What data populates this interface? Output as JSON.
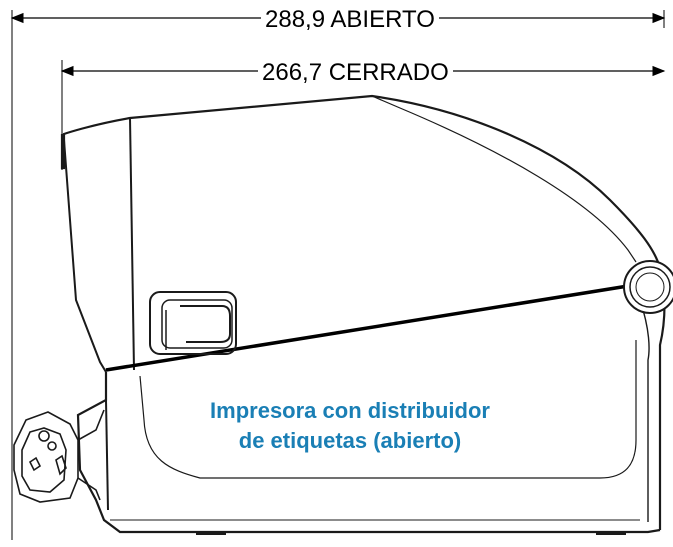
{
  "dimensions": {
    "open_label": "288,9 ABIERTO",
    "closed_label": "266,7 CERRADO"
  },
  "caption": {
    "line1": "Impresora con distribuidor",
    "line2": "de etiquetas (abierto)"
  },
  "colors": {
    "caption": "#1a7fb5",
    "line": "#000000",
    "outline": "#1a1a1a"
  }
}
